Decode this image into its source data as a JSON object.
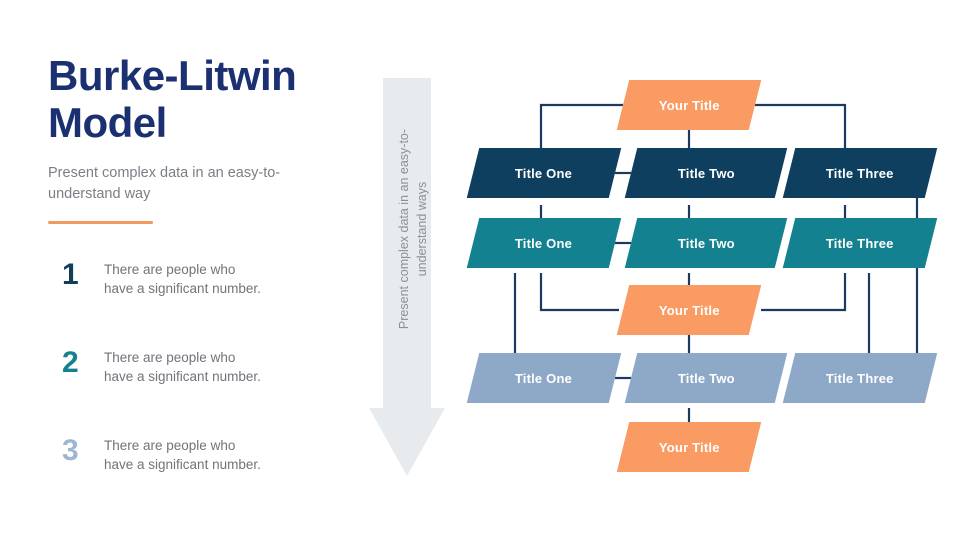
{
  "slide": {
    "background": "#FFFFFF",
    "title": "Burke-Litwin\nModel",
    "subtitle": "Present complex data in an easy-to-understand way"
  },
  "colors": {
    "title_navy": "#1B3070",
    "orange": "#F99B63",
    "dark_navy": "#0F3F5E",
    "teal": "#13818F",
    "steel_blue": "#8EA9C8",
    "connector_navy": "#1B3A5E",
    "arrow_gray": "#E8EBEE",
    "body_gray": "#6F747A"
  },
  "bullets": [
    {
      "number": "1",
      "text": "There are people who\nhave a significant number.",
      "number_color": "#123E5C"
    },
    {
      "number": "2",
      "text": "There are people who\nhave a significant number.",
      "number_color": "#13818F"
    },
    {
      "number": "3",
      "text": "There are people who\nhave a significant number.",
      "number_color": "#9DB6D4"
    }
  ],
  "arrow": {
    "label": "Present complex data in an easy-to-\nunderstand ways",
    "direction": "down",
    "fill": "#E8EBEE"
  },
  "diagram": {
    "type": "hierarchy",
    "rows": [
      {
        "id": "row-top-orange",
        "style": "orange",
        "nodes": [
          {
            "label": "Your Title"
          }
        ]
      },
      {
        "id": "row-navy",
        "style": "dark_navy",
        "nodes": [
          {
            "label": "Title One"
          },
          {
            "label": "Title Two"
          },
          {
            "label": "Title Three"
          }
        ]
      },
      {
        "id": "row-teal",
        "style": "teal",
        "nodes": [
          {
            "label": "Title One"
          },
          {
            "label": "Title Two"
          },
          {
            "label": "Title Three"
          }
        ]
      },
      {
        "id": "row-mid-orange",
        "style": "orange",
        "nodes": [
          {
            "label": "Your Title"
          }
        ]
      },
      {
        "id": "row-steel",
        "style": "steel_blue",
        "nodes": [
          {
            "label": "Title One"
          },
          {
            "label": "Title Two"
          },
          {
            "label": "Title Three"
          }
        ]
      },
      {
        "id": "row-bottom-orange",
        "style": "orange",
        "nodes": [
          {
            "label": "Your Title"
          }
        ]
      }
    ]
  }
}
